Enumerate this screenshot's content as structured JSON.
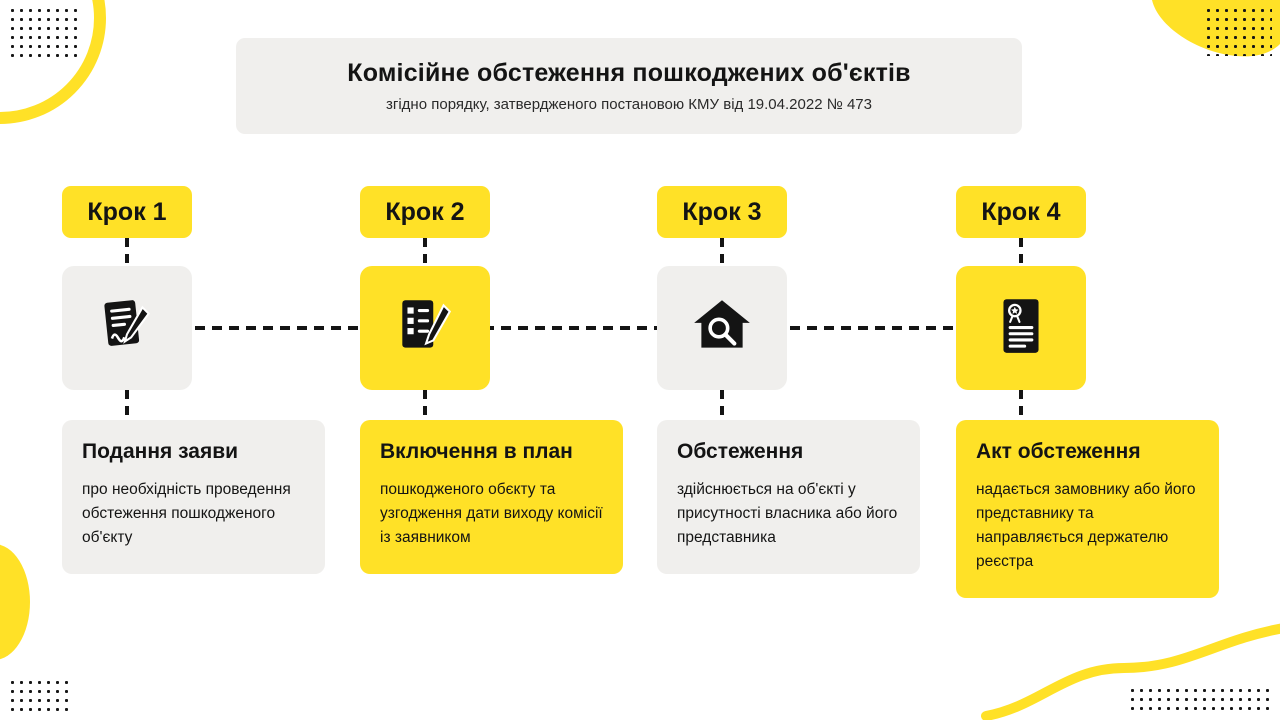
{
  "header": {
    "title": "Комісійне обстеження пошкоджених об'єктів",
    "subtitle": "згідно порядку, затвердженого постановою КМУ  від 19.04.2022 № 473"
  },
  "steps": [
    {
      "badge": "Крок 1",
      "icon": "document-signature-pen-icon",
      "card_title": "Подання заяви",
      "card_body": "про необхідність проведення обстеження пошкодженого об'єкту",
      "accent": false
    },
    {
      "badge": "Крок 2",
      "icon": "checklist-pencil-icon",
      "card_title": "Включення в план",
      "card_body": "пошкодженого обєкту та узгодження дати виходу комісії із заявником",
      "accent": true
    },
    {
      "badge": "Крок 3",
      "icon": "house-magnifier-icon",
      "card_title": "Обстеження",
      "card_body": "здійснюється на об'єкті  у присутності власника  або його представника",
      "accent": false
    },
    {
      "badge": "Крок 4",
      "icon": "certificate-document-icon",
      "card_title": "Акт обстеження",
      "card_body": "надається замовнику або його представнику та направляється держателю реєстра",
      "accent": true
    }
  ],
  "colors": {
    "accent_yellow": "#FFE127",
    "muted_gray": "#F0EFED",
    "text": "#141414"
  }
}
